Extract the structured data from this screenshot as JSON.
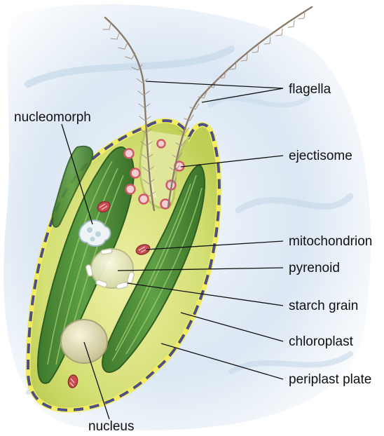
{
  "diagram": {
    "labels": {
      "flagella": "flagella",
      "nucleomorph": "nucleomorph",
      "ejectisome": "ejectisome",
      "mitochondrion": "mitochondrion",
      "pyrenoid": "pyrenoid",
      "starch_grain": "starch grain",
      "chloroplast": "chloroplast",
      "periplast_plate": "periplast plate",
      "nucleus": "nucleus"
    },
    "colors": {
      "background": "#c9dcec",
      "cytoplasm": "#d8e27a",
      "cell_rim": "#f2ee6a",
      "periplast": "#4e4e86",
      "chloroplast": "#4d8a38",
      "ejectisome": "#d05a6a",
      "mitochondrion": "#c84e52",
      "flagella": "#8c7a68"
    }
  }
}
